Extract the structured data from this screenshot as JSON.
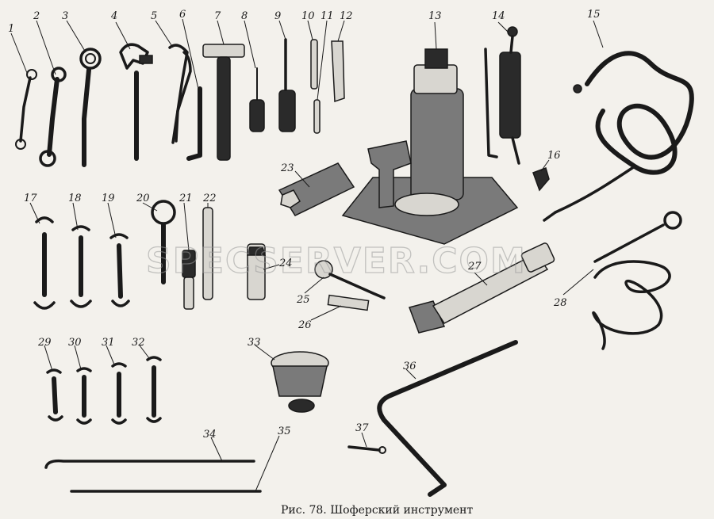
{
  "caption": "Рис. 78. Шоферский инструмент",
  "watermark": "SPECSERVER.COM",
  "labels": [
    "1",
    "2",
    "3",
    "4",
    "5",
    "6",
    "7",
    "8",
    "9",
    "10",
    "11",
    "12",
    "13",
    "14",
    "15",
    "16",
    "17",
    "18",
    "19",
    "20",
    "21",
    "22",
    "23",
    "24",
    "25",
    "26",
    "27",
    "28",
    "29",
    "30",
    "31",
    "32",
    "33",
    "34",
    "35",
    "36",
    "37"
  ]
}
